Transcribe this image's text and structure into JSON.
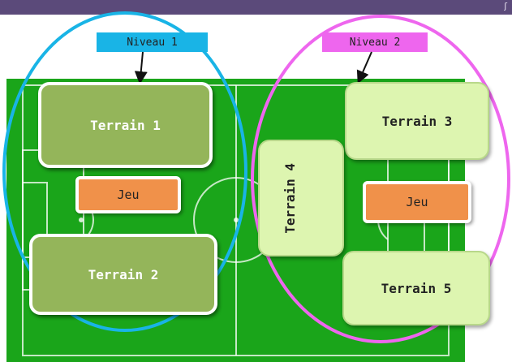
{
  "levels": [
    {
      "label": "Niveau 1",
      "color": "#19b4e6"
    },
    {
      "label": "Niveau 2",
      "color": "#ee66ee"
    }
  ],
  "terrains": {
    "t1": "Terrain 1",
    "t2": "Terrain 2",
    "t3": "Terrain 3",
    "t4": "Terrain 4",
    "t5": "Terrain 5"
  },
  "jeu": "Jeu",
  "colors": {
    "field": "#1aa51a",
    "terrain_dark": "#94b55a",
    "terrain_light": "#ddf5b0",
    "jeu": "#f0914a",
    "topbar": "#5b4a7a"
  }
}
